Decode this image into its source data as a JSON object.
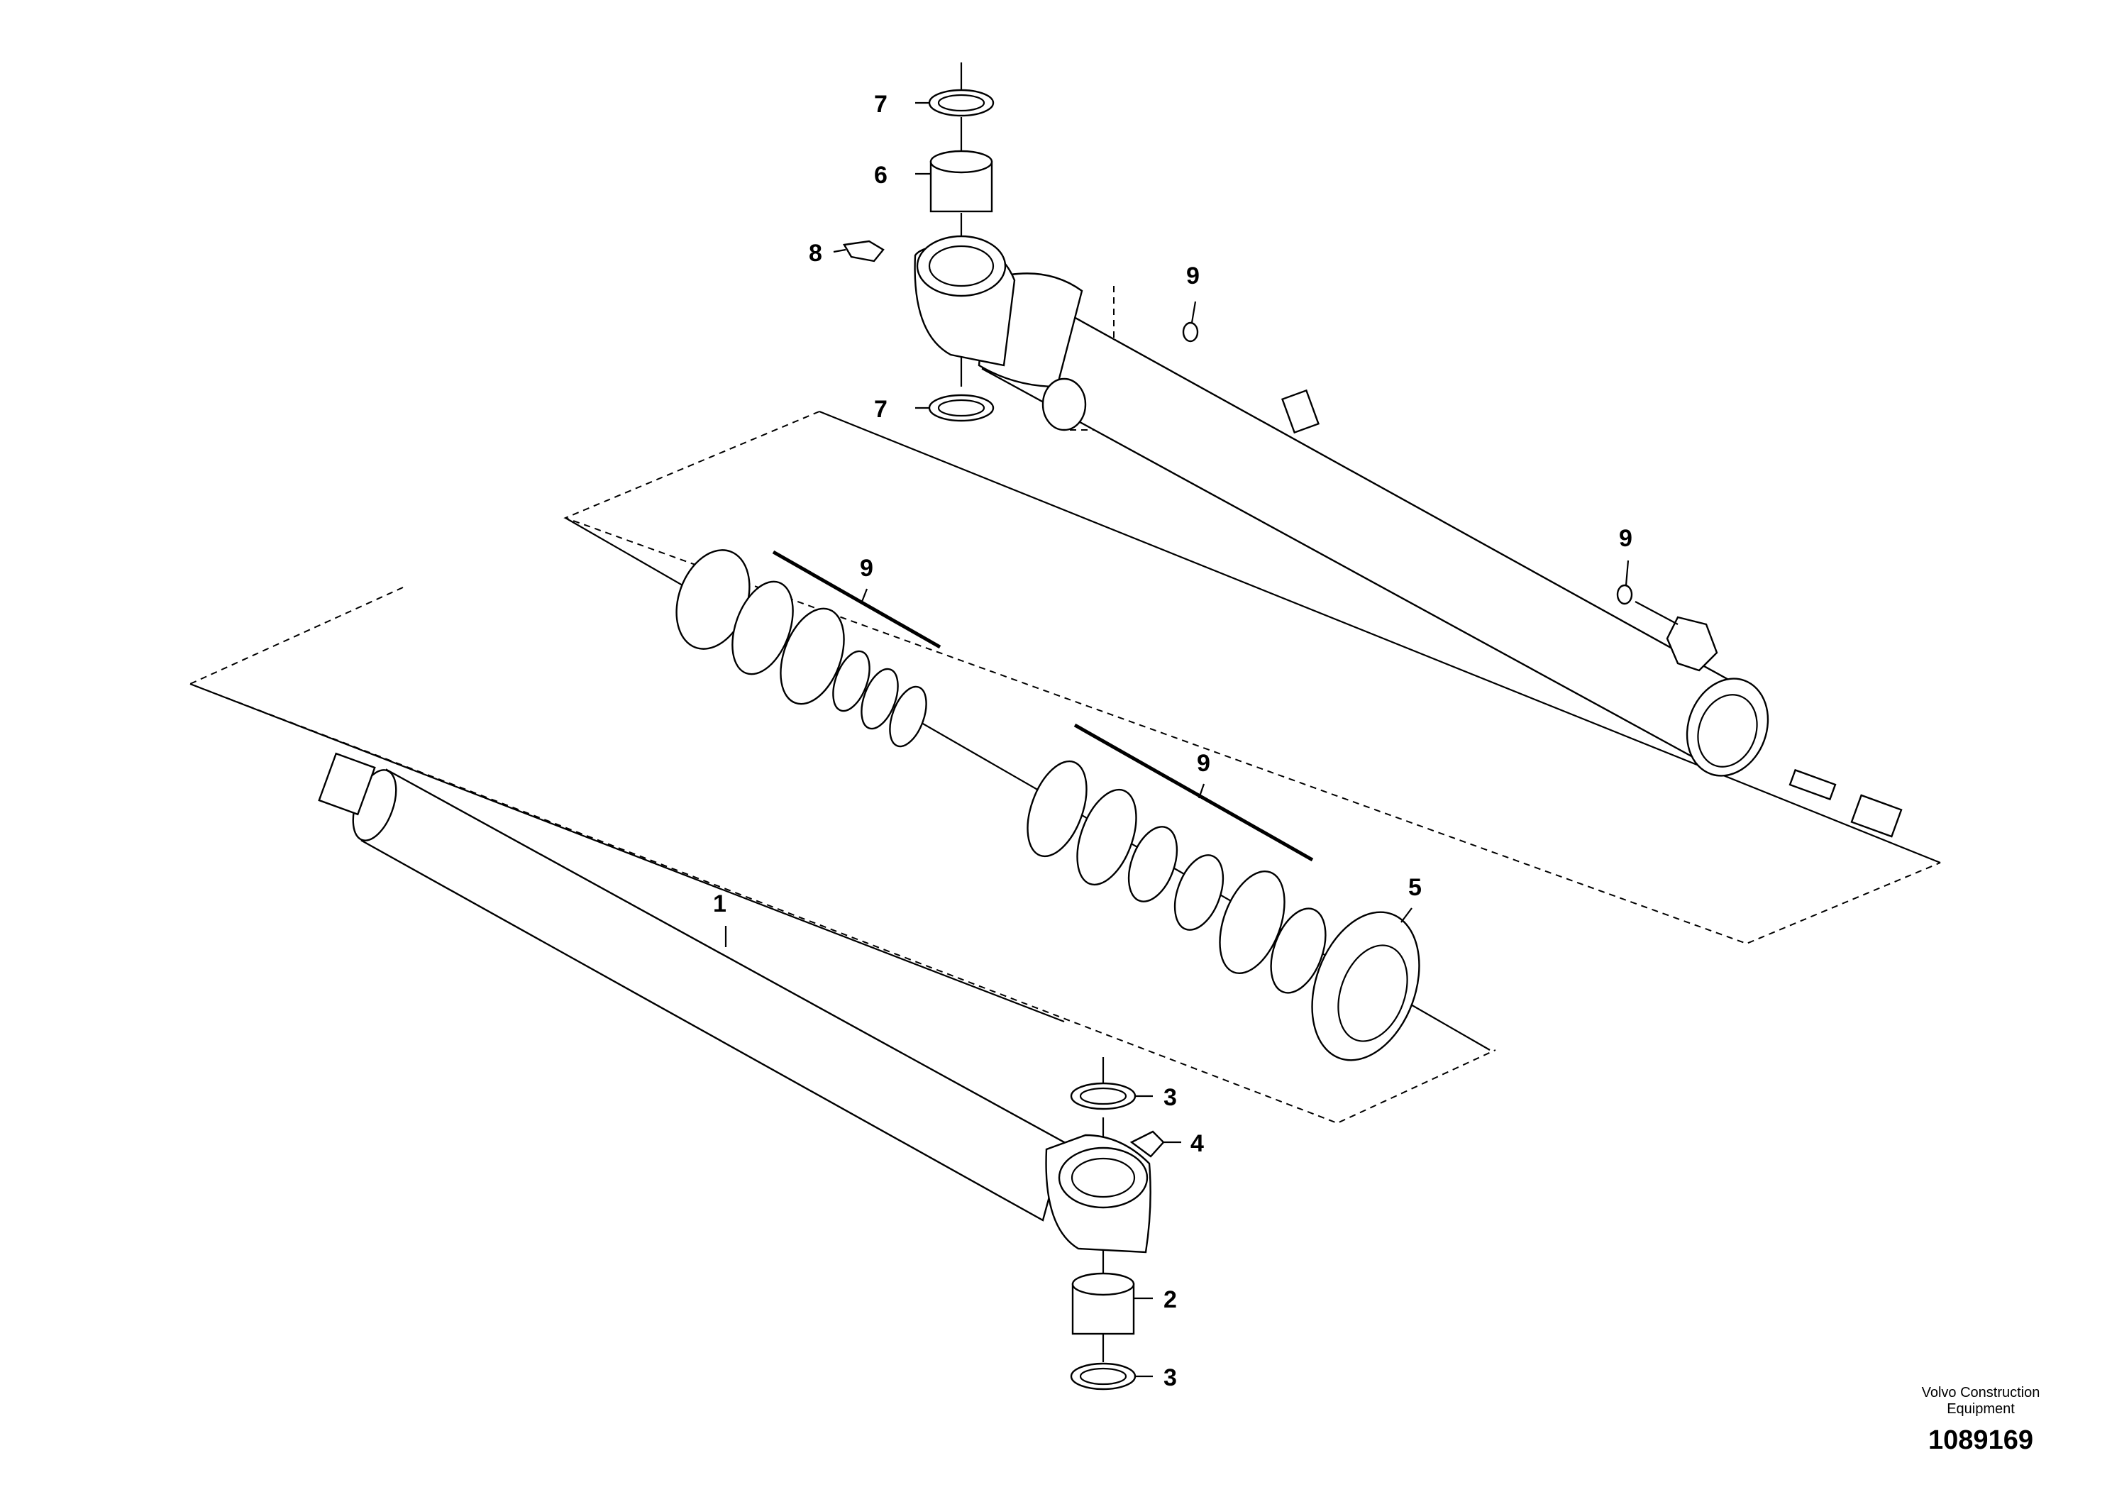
{
  "callouts": {
    "c1": "1",
    "c2": "2",
    "c3_top": "3",
    "c3_bottom": "3",
    "c4": "4",
    "c5": "5",
    "c6": "6",
    "c7_top": "7",
    "c7_lower": "7",
    "c8": "8",
    "c9_barrel_top": "9",
    "c9_barrel_right": "9",
    "c9_piston": "9",
    "c9_head": "9"
  },
  "footer": {
    "brand_line1": "Volvo Construction",
    "brand_line2": "Equipment",
    "doc_number": "1089169"
  }
}
